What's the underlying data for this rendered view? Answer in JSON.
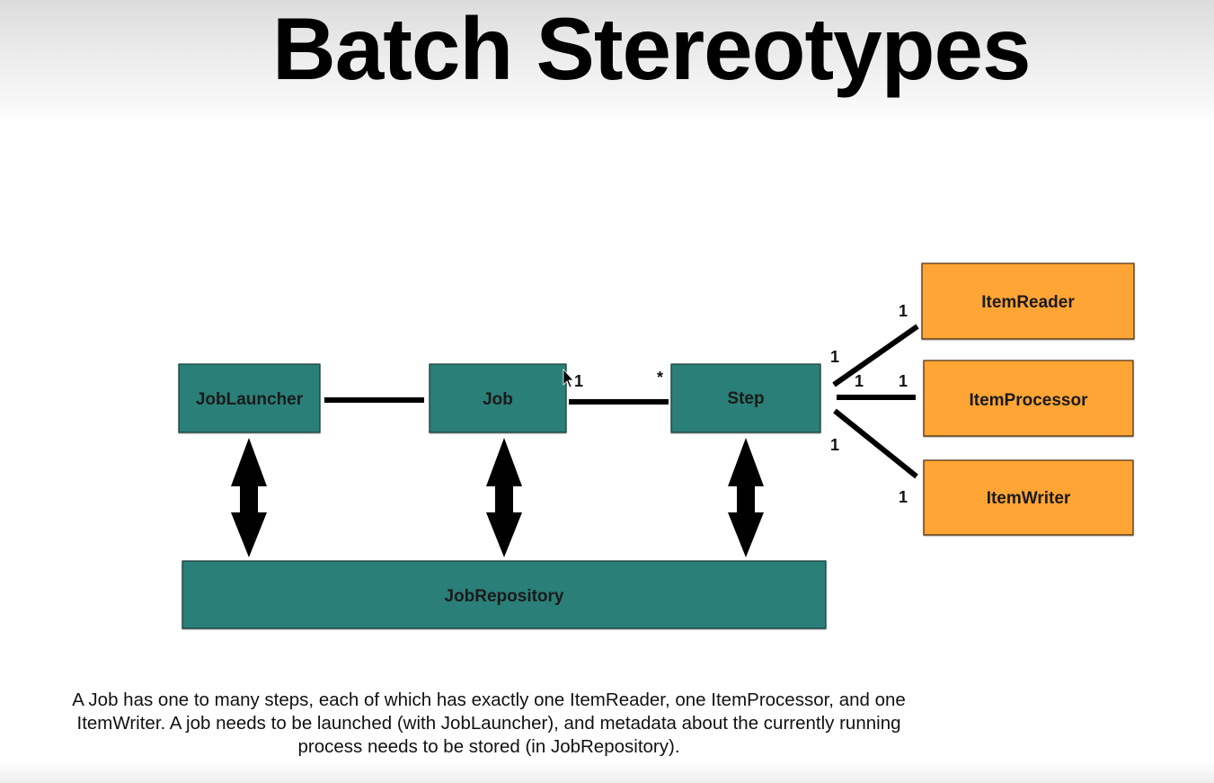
{
  "slide": {
    "title": "Batch Stereotypes",
    "caption": "A Job has one to many steps, each of which has exactly one ItemReader, one ItemProcessor, and one ItemWriter. A job needs to be launched (with JobLauncher), and metadata about the currently running process needs to be stored (in JobRepository)."
  },
  "diagram": {
    "nodes": {
      "job_launcher": "JobLauncher",
      "job": "Job",
      "step": "Step",
      "job_repository": "JobRepository",
      "item_reader": "ItemReader",
      "item_processor": "ItemProcessor",
      "item_writer": "ItemWriter"
    },
    "multiplicities": {
      "job_to_step_job_end": "1",
      "job_to_step_step_end": "*",
      "step_to_reader_step_end": "1",
      "step_to_reader_reader_end": "1",
      "step_to_processor_step_end": "1",
      "step_to_processor_processor_end": "1",
      "step_to_writer_step_end": "1",
      "step_to_writer_writer_end": "1"
    },
    "colors": {
      "core_fill": "#2b7f78",
      "item_fill": "#ffa535",
      "line": "#000000"
    }
  }
}
